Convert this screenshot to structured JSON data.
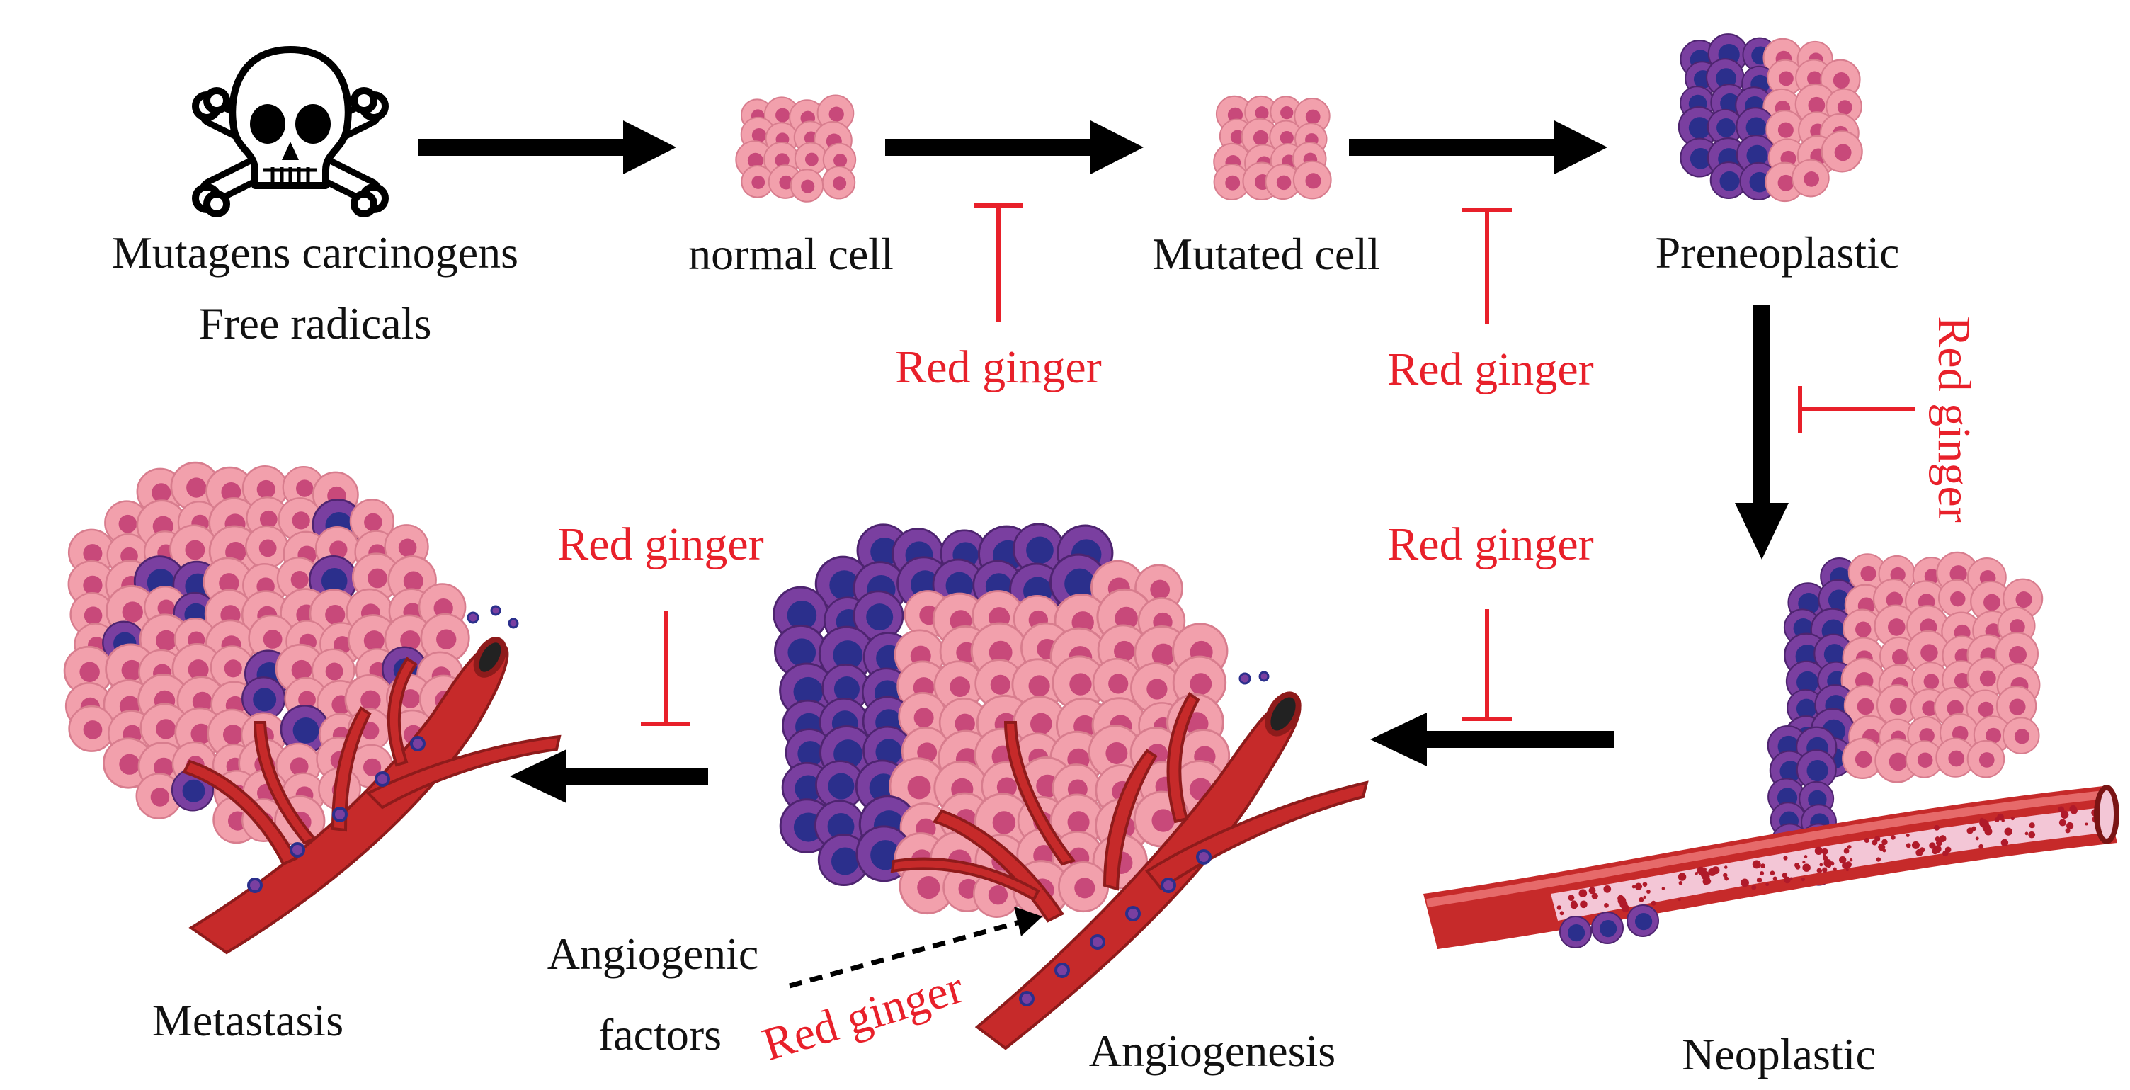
{
  "colors": {
    "inhibitor": "#e8202a",
    "arrow": "#000000",
    "normal_cell": "#f2a0ac",
    "normal_nucleus": "#c8497a",
    "mutated_cell": "#7a3fa0",
    "mutated_nucleus": "#2b2f8c",
    "vessel": "#c62a2a",
    "vessel_light": "#e66a6a"
  },
  "stages": {
    "mutagens_line1": "Mutagens carcinogens",
    "mutagens_line2": "Free radicals",
    "normal": "normal cell",
    "mutated": "Mutated cell",
    "preneoplastic": "Preneoplastic",
    "neoplastic": "Neoplastic",
    "angiogenesis": "Angiogenesis",
    "metastasis": "Metastasis"
  },
  "inhibitor_label": "Red ginger",
  "angiogenic_line1": "Angiogenic",
  "angiogenic_line2": "factors",
  "icons": [
    "skull-crossbones-icon",
    "arrow-icon",
    "inhibition-tbar-icon"
  ]
}
